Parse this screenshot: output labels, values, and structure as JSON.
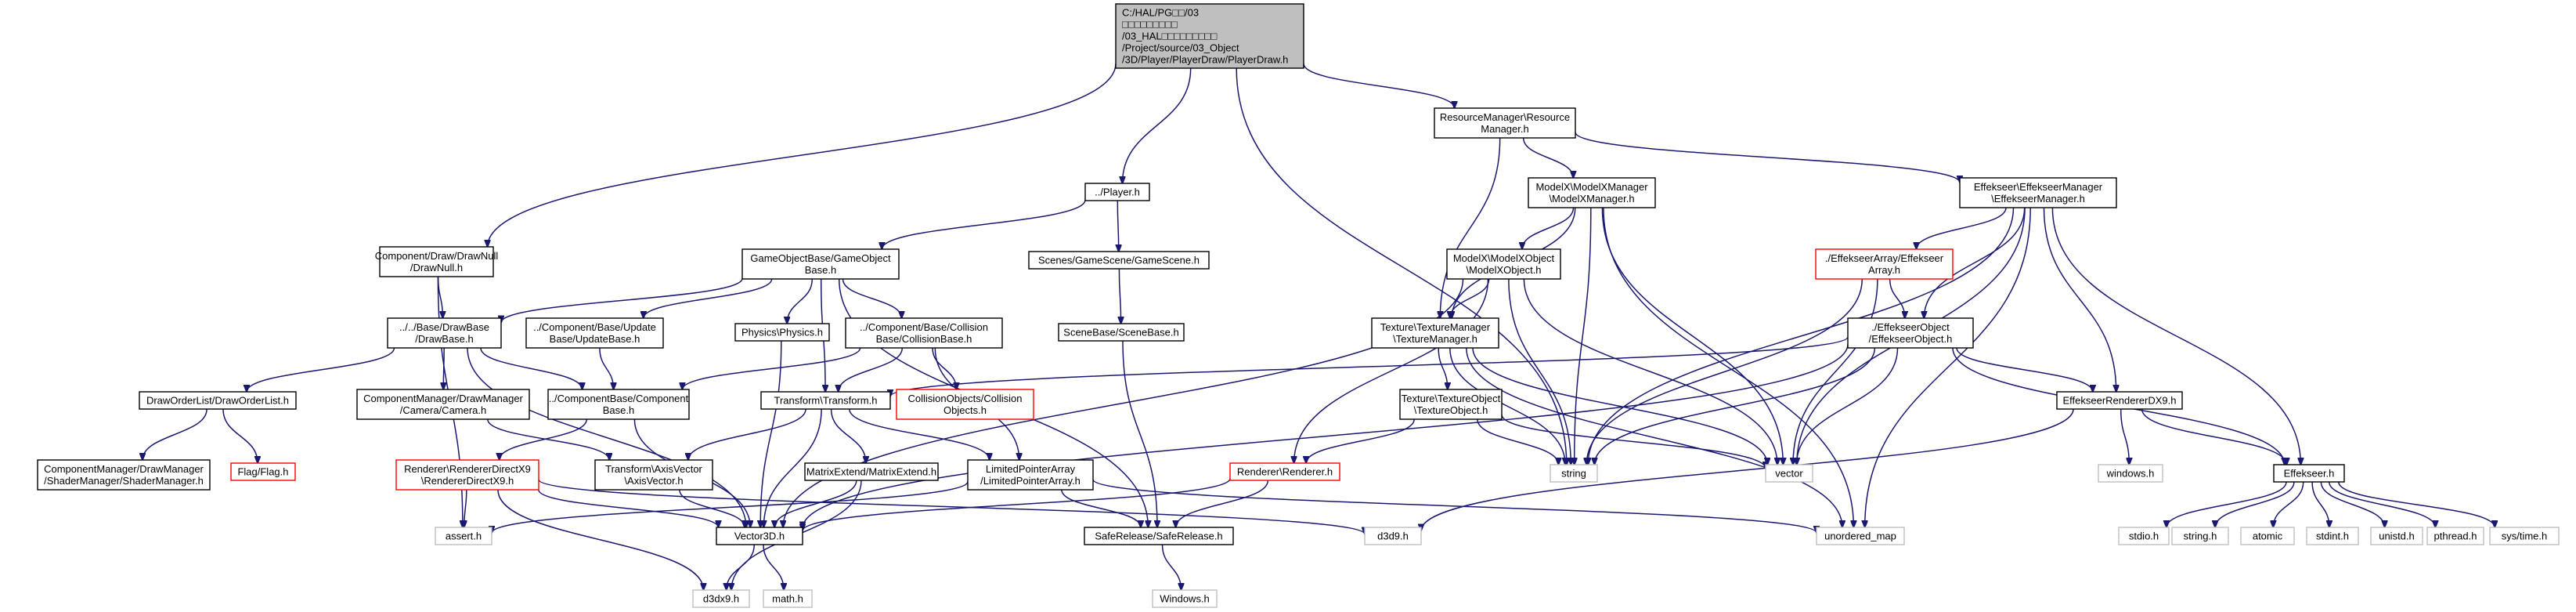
{
  "title": "",
  "colors": {
    "edge": "#191970",
    "root_fill": "#bfbfbf",
    "node_border": "#000000",
    "missing_border": "#ff0000",
    "system_border": "#bfbfbf"
  },
  "nodes": [
    {
      "id": "root",
      "kind": "root",
      "lines": [
        "C:/HAL/PG□□/03",
        "□□□□□□□□□",
        "/03_HAL□□□□□□□□□",
        "/Project/source/03_Object",
        "/3D/Player/PlayerDraw/PlayerDraw.h"
      ]
    },
    {
      "id": "drawnull",
      "kind": "normal",
      "lines": [
        "Component/Draw/DrawNull",
        "/DrawNull.h"
      ]
    },
    {
      "id": "player",
      "kind": "normal",
      "lines": [
        "../Player.h"
      ]
    },
    {
      "id": "resmgr",
      "kind": "normal",
      "lines": [
        "ResourceManager\\Resource",
        "Manager.h"
      ]
    },
    {
      "id": "drawbase",
      "kind": "normal",
      "lines": [
        "../../Base/DrawBase",
        "/DrawBase.h"
      ]
    },
    {
      "id": "gobase",
      "kind": "normal",
      "lines": [
        "GameObjectBase/GameObject",
        "Base.h"
      ]
    },
    {
      "id": "gamescene",
      "kind": "normal",
      "lines": [
        "Scenes/GameScene/GameScene.h"
      ]
    },
    {
      "id": "scenebase",
      "kind": "normal",
      "lines": [
        "SceneBase/SceneBase.h"
      ]
    },
    {
      "id": "modelxmgr",
      "kind": "normal",
      "lines": [
        "ModelX\\ModelXManager",
        "\\ModelXManager.h"
      ]
    },
    {
      "id": "modelxobj",
      "kind": "normal",
      "lines": [
        "ModelX\\ModelXObject",
        "\\ModelXObject.h"
      ]
    },
    {
      "id": "texmgr",
      "kind": "normal",
      "lines": [
        "Texture\\TextureManager",
        "\\TextureManager.h"
      ]
    },
    {
      "id": "texobj",
      "kind": "normal",
      "lines": [
        "Texture\\TextureObject",
        "\\TextureObject.h"
      ]
    },
    {
      "id": "renderer",
      "kind": "red",
      "lines": [
        "Renderer\\Renderer.h"
      ]
    },
    {
      "id": "drawolist",
      "kind": "normal",
      "lines": [
        "DrawOrderList/DrawOrderList.h"
      ]
    },
    {
      "id": "shadermgr",
      "kind": "normal",
      "lines": [
        "ComponentManager/DrawManager",
        "/ShaderManager/ShaderManager.h"
      ]
    },
    {
      "id": "flag",
      "kind": "red",
      "lines": [
        "Flag/Flag.h"
      ]
    },
    {
      "id": "cameramgr",
      "kind": "normal",
      "lines": [
        "ComponentManager/DrawManager",
        "/Camera/Camera.h"
      ]
    },
    {
      "id": "updatebase",
      "kind": "normal",
      "lines": [
        "../Component/Base/Update",
        "Base/UpdateBase.h"
      ]
    },
    {
      "id": "physics",
      "kind": "normal",
      "lines": [
        "Physics\\Physics.h"
      ]
    },
    {
      "id": "colbase",
      "kind": "normal",
      "lines": [
        "../Component/Base/Collision",
        "Base/CollisionBase.h"
      ]
    },
    {
      "id": "compbase",
      "kind": "normal",
      "lines": [
        "../ComponentBase/Component",
        "Base.h"
      ]
    },
    {
      "id": "colobjects",
      "kind": "red",
      "lines": [
        "CollisionObjects/Collision",
        "Objects.h"
      ]
    },
    {
      "id": "transform",
      "kind": "normal",
      "lines": [
        "Transform\\Transform.h"
      ]
    },
    {
      "id": "rendererdx9",
      "kind": "red",
      "lines": [
        "Renderer\\RendererDirectX9",
        "\\RendererDirectX9.h"
      ]
    },
    {
      "id": "axisvector",
      "kind": "normal",
      "lines": [
        "Transform\\AxisVector",
        "\\AxisVector.h"
      ]
    },
    {
      "id": "matrixext",
      "kind": "normal",
      "lines": [
        "MatrixExtend/MatrixExtend.h"
      ]
    },
    {
      "id": "lpa",
      "kind": "normal",
      "lines": [
        "LimitedPointerArray",
        "/LimitedPointerArray.h"
      ]
    },
    {
      "id": "safe",
      "kind": "normal",
      "lines": [
        "SafeRelease/SafeRelease.h"
      ]
    },
    {
      "id": "vector3d",
      "kind": "normal",
      "lines": [
        "Vector3D.h"
      ]
    },
    {
      "id": "assert",
      "kind": "gray",
      "lines": [
        "assert.h"
      ]
    },
    {
      "id": "d3dx9",
      "kind": "gray",
      "lines": [
        "d3dx9.h"
      ]
    },
    {
      "id": "math",
      "kind": "gray",
      "lines": [
        "math.h"
      ]
    },
    {
      "id": "d3d9",
      "kind": "gray",
      "lines": [
        "d3d9.h"
      ]
    },
    {
      "id": "windowsh",
      "kind": "gray",
      "lines": [
        "Windows.h"
      ]
    },
    {
      "id": "string",
      "kind": "gray",
      "lines": [
        "string"
      ]
    },
    {
      "id": "vector",
      "kind": "gray",
      "lines": [
        "vector"
      ]
    },
    {
      "id": "umap",
      "kind": "gray",
      "lines": [
        "unordered_map"
      ]
    },
    {
      "id": "efkmgr",
      "kind": "normal",
      "lines": [
        "Effekseer\\EffekseerManager",
        "\\EffekseerManager.h"
      ]
    },
    {
      "id": "efkarray",
      "kind": "red",
      "lines": [
        "./EffekseerArray/Effekseer",
        "Array.h"
      ]
    },
    {
      "id": "efkobj",
      "kind": "normal",
      "lines": [
        "./EffekseerObject",
        "/EffekseerObject.h"
      ]
    },
    {
      "id": "efkrdx9",
      "kind": "normal",
      "lines": [
        "EffekseerRendererDX9.h"
      ]
    },
    {
      "id": "windows_l",
      "kind": "gray",
      "lines": [
        "windows.h"
      ]
    },
    {
      "id": "efk",
      "kind": "normal",
      "lines": [
        "Effekseer.h"
      ]
    },
    {
      "id": "stdio",
      "kind": "gray",
      "lines": [
        "stdio.h"
      ]
    },
    {
      "id": "strh",
      "kind": "gray",
      "lines": [
        "string.h"
      ]
    },
    {
      "id": "atomic",
      "kind": "gray",
      "lines": [
        "atomic"
      ]
    },
    {
      "id": "stdint",
      "kind": "gray",
      "lines": [
        "stdint.h"
      ]
    },
    {
      "id": "unistd",
      "kind": "gray",
      "lines": [
        "unistd.h"
      ]
    },
    {
      "id": "pthread",
      "kind": "gray",
      "lines": [
        "pthread.h"
      ]
    },
    {
      "id": "systime",
      "kind": "gray",
      "lines": [
        "sys/time.h"
      ]
    }
  ]
}
